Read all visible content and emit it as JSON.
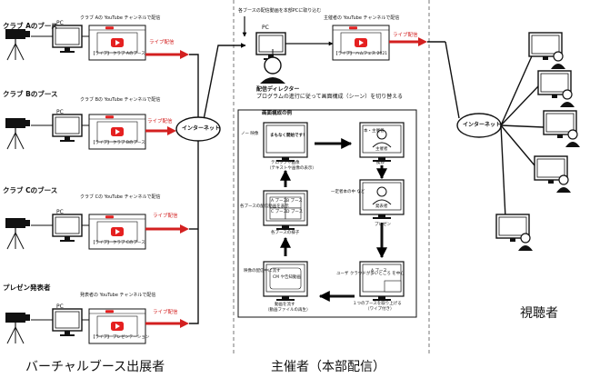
{
  "booths": [
    {
      "name": "クラブ Aのブース",
      "pc": "PC",
      "channel": "クラブ Aの YouTube チャンネルで配信",
      "title": "【ライブ】 クラブ Aのブース",
      "live": "ライブ配信"
    },
    {
      "name": "クラブ Bのブース",
      "pc": "PC",
      "channel": "クラブ Bの YouTube チャンネルで配信",
      "title": "【ライブ】 クラブ Bのブース",
      "live": "ライブ配信"
    },
    {
      "name": "クラブ Cのブース",
      "pc": "PC",
      "channel": "クラブ Cの YouTube チャンネルで配信",
      "title": "【ライブ】 クラブ Cのブース",
      "live": "ライブ配信"
    },
    {
      "name": "プレゼン発表者",
      "pc": "PC",
      "channel": "発表者の YouTube チャンネルで配信",
      "title": "【ライブ】 プレゼンテーション",
      "live": "ライブ配信"
    }
  ],
  "internet_label": "インターネット",
  "host": {
    "ingest": "各ブースの配信動画を本部PCに取り込む",
    "pc": "PC",
    "channel": "主催者の YouTube チャンネルで配信",
    "title": "【ライブ】 ハムフェス 2021",
    "live": "ライブ配信",
    "director": "配信ディレクター",
    "director_desc": "プログラムの進行に従って画面構成（シーン）を切り替える",
    "example_title": "画面構成の例",
    "scene_opening": "まもなく開始です！",
    "scene_opening_caption": "テロップや画像",
    "scene_opening_caption2": "（テキストや画像の表示）",
    "label_now": "ノー 映像",
    "label_host_cam": "本・主催者",
    "scene_host": "主催者",
    "scene_host_caption": "挨拶",
    "label_next": "一定者本の中 など",
    "scene_presenter": "発表者",
    "scene_presenter_caption": "プレゼン",
    "label_booth_walk": "各ブースの配信動画を表示",
    "booth_cells": [
      "A ブース",
      "B ブース",
      "C ブース",
      "D ブース"
    ],
    "scene_booths_caption": "各ブースの様子",
    "scene_booth_a": "A ブース",
    "label_booth_a": "ユーザ クラウドが多いところ を中心",
    "scene_booth_a_caption": "１つのブースを取り上げる",
    "scene_booth_a_caption2": "（ワイプ付き）",
    "scene_cm_label": "映像の配信中に流す",
    "scene_cm": "CM や告知動画",
    "scene_cm_caption": "動画を流す",
    "scene_cm_caption2": "（動画ファイルの再生）"
  },
  "viewers_label": "視聴者",
  "section_titles": {
    "virtual": "バーチャルブース出展者",
    "host": "主催者（本部配信）"
  },
  "colors": {
    "accent": "#d32020",
    "line": "#000000",
    "youtube": "#e52020"
  }
}
